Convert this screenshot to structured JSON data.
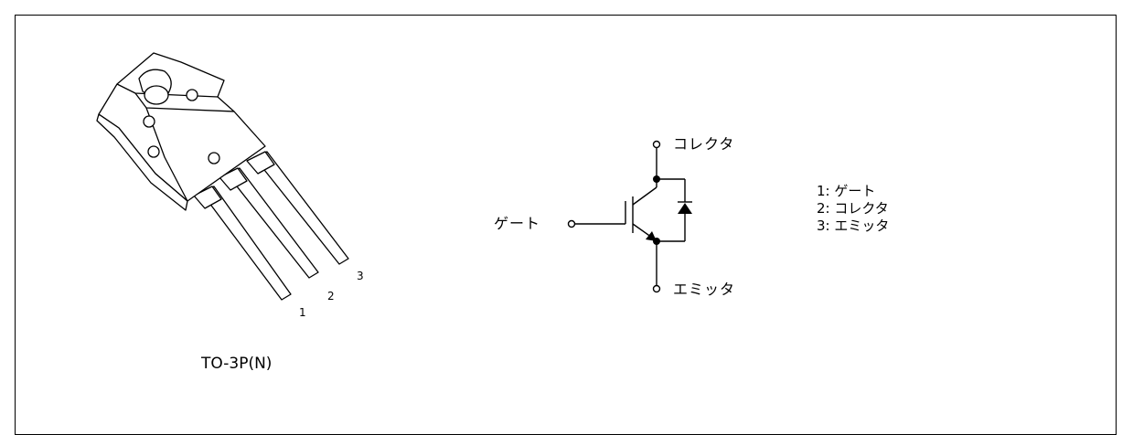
{
  "package": {
    "name": "TO-3P(N)",
    "pin_numbers": [
      "1",
      "2",
      "3"
    ]
  },
  "symbol": {
    "collector_label": "コレクタ",
    "gate_label": "ゲート",
    "emitter_label": "エミッタ"
  },
  "legend": [
    "1: ゲート",
    "2: コレクタ",
    "3: エミッタ"
  ]
}
